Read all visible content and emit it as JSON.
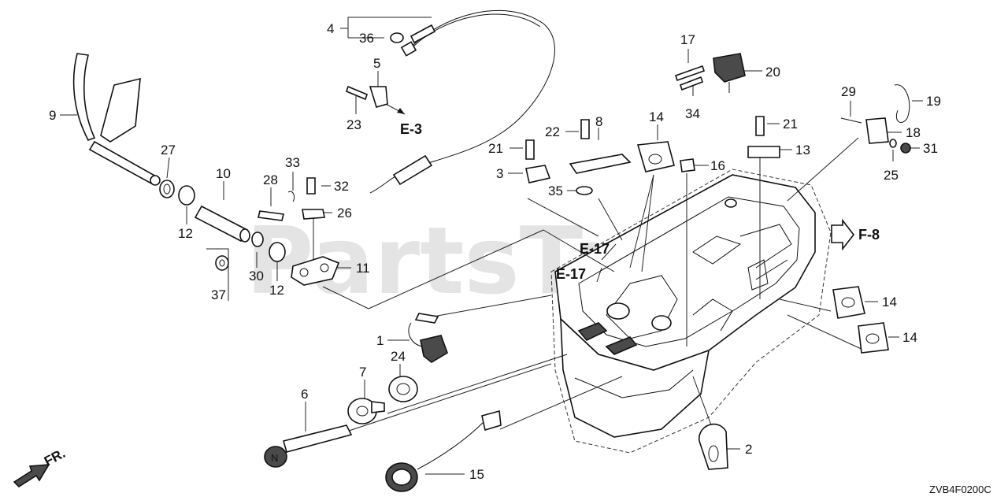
{
  "watermark": "PartsTree",
  "diagram_code": "ZVB4F0200C",
  "front_marker": "FR.",
  "references": [
    {
      "id": "e3",
      "label": "E-3"
    },
    {
      "id": "e17a",
      "label": "E-17"
    },
    {
      "id": "e17b",
      "label": "E-17"
    },
    {
      "id": "f8",
      "label": "F-8"
    }
  ],
  "callouts": [
    {
      "id": "c4",
      "label": "4"
    },
    {
      "id": "c36",
      "label": "36"
    },
    {
      "id": "c5",
      "label": "5"
    },
    {
      "id": "c23",
      "label": "23"
    },
    {
      "id": "c9",
      "label": "9"
    },
    {
      "id": "c27",
      "label": "27"
    },
    {
      "id": "c10",
      "label": "10"
    },
    {
      "id": "c12a",
      "label": "12"
    },
    {
      "id": "c12b",
      "label": "12"
    },
    {
      "id": "c30",
      "label": "30"
    },
    {
      "id": "c37",
      "label": "37"
    },
    {
      "id": "c28",
      "label": "28"
    },
    {
      "id": "c33",
      "label": "33"
    },
    {
      "id": "c32",
      "label": "32"
    },
    {
      "id": "c26",
      "label": "26"
    },
    {
      "id": "c11",
      "label": "11"
    },
    {
      "id": "c17",
      "label": "17"
    },
    {
      "id": "c34",
      "label": "34"
    },
    {
      "id": "c20",
      "label": "20"
    },
    {
      "id": "c22",
      "label": "22"
    },
    {
      "id": "c8",
      "label": "8"
    },
    {
      "id": "c21a",
      "label": "21"
    },
    {
      "id": "c21b",
      "label": "21"
    },
    {
      "id": "c3",
      "label": "3"
    },
    {
      "id": "c35",
      "label": "35"
    },
    {
      "id": "c14a",
      "label": "14"
    },
    {
      "id": "c14b",
      "label": "14"
    },
    {
      "id": "c14c",
      "label": "14"
    },
    {
      "id": "c16",
      "label": "16"
    },
    {
      "id": "c13",
      "label": "13"
    },
    {
      "id": "c29",
      "label": "29"
    },
    {
      "id": "c19",
      "label": "19"
    },
    {
      "id": "c18",
      "label": "18"
    },
    {
      "id": "c25",
      "label": "25"
    },
    {
      "id": "c31",
      "label": "31"
    },
    {
      "id": "c1",
      "label": "1"
    },
    {
      "id": "c24",
      "label": "24"
    },
    {
      "id": "c7",
      "label": "7"
    },
    {
      "id": "c6",
      "label": "6"
    },
    {
      "id": "c15",
      "label": "15"
    },
    {
      "id": "c2",
      "label": "2"
    }
  ]
}
